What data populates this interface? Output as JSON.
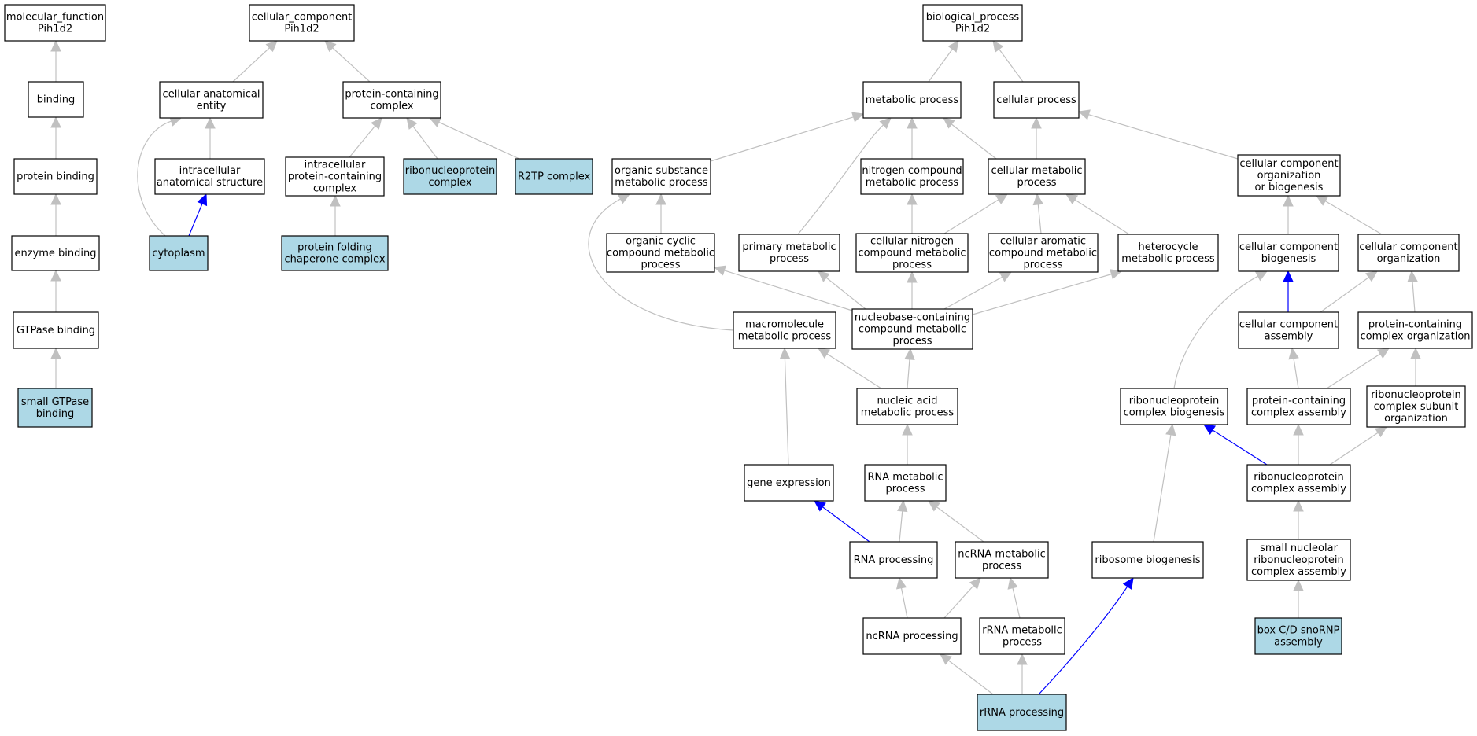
{
  "colors": {
    "highlight_fill": "#add8e6",
    "default_fill": "#ffffff",
    "edge_gray": "#c0c0c0",
    "edge_blue": "#0000ff"
  },
  "nodes": [
    {
      "id": "mf_root",
      "lines": [
        "molecular_function",
        "Pih1d2"
      ],
      "highlight": false
    },
    {
      "id": "binding",
      "lines": [
        "binding"
      ],
      "highlight": false
    },
    {
      "id": "protein_binding",
      "lines": [
        "protein binding"
      ],
      "highlight": false
    },
    {
      "id": "enzyme_binding",
      "lines": [
        "enzyme binding"
      ],
      "highlight": false
    },
    {
      "id": "gtpase_binding",
      "lines": [
        "GTPase binding"
      ],
      "highlight": false
    },
    {
      "id": "small_gtpase_binding",
      "lines": [
        "small GTPase",
        "binding"
      ],
      "highlight": true
    },
    {
      "id": "cc_root",
      "lines": [
        "cellular_component",
        "Pih1d2"
      ],
      "highlight": false
    },
    {
      "id": "cell_anat_entity",
      "lines": [
        "cellular anatomical",
        "entity"
      ],
      "highlight": false
    },
    {
      "id": "intracell_anat",
      "lines": [
        "intracellular",
        "anatomical structure"
      ],
      "highlight": false
    },
    {
      "id": "cytoplasm",
      "lines": [
        "cytoplasm"
      ],
      "highlight": true
    },
    {
      "id": "prot_cont_complex",
      "lines": [
        "protein-containing",
        "complex"
      ],
      "highlight": false
    },
    {
      "id": "intracell_prot_complex",
      "lines": [
        "intracellular",
        "protein-containing",
        "complex"
      ],
      "highlight": false
    },
    {
      "id": "ribonucleoprotein_complex",
      "lines": [
        "ribonucleoprotein",
        "complex"
      ],
      "highlight": true
    },
    {
      "id": "r2tp_complex",
      "lines": [
        "R2TP complex"
      ],
      "highlight": true
    },
    {
      "id": "prot_folding_chaperone",
      "lines": [
        "protein folding",
        "chaperone complex"
      ],
      "highlight": true
    },
    {
      "id": "bp_root",
      "lines": [
        "biological_process",
        "Pih1d2"
      ],
      "highlight": false
    },
    {
      "id": "metabolic_process",
      "lines": [
        "metabolic process"
      ],
      "highlight": false
    },
    {
      "id": "cellular_process",
      "lines": [
        "cellular process"
      ],
      "highlight": false
    },
    {
      "id": "org_subst_metab",
      "lines": [
        "organic substance",
        "metabolic process"
      ],
      "highlight": false
    },
    {
      "id": "nitrogen_comp_metab",
      "lines": [
        "nitrogen compound",
        "metabolic process"
      ],
      "highlight": false
    },
    {
      "id": "cell_metab",
      "lines": [
        "cellular metabolic",
        "process"
      ],
      "highlight": false
    },
    {
      "id": "cc_org_biogen",
      "lines": [
        "cellular component",
        "organization",
        "or biogenesis"
      ],
      "highlight": false
    },
    {
      "id": "org_cyclic_metab",
      "lines": [
        "organic cyclic",
        "compound metabolic",
        "process"
      ],
      "highlight": false
    },
    {
      "id": "primary_metab",
      "lines": [
        "primary metabolic",
        "process"
      ],
      "highlight": false
    },
    {
      "id": "cell_nitrogen_metab",
      "lines": [
        "cellular nitrogen",
        "compound metabolic",
        "process"
      ],
      "highlight": false
    },
    {
      "id": "cell_aromatic_metab",
      "lines": [
        "cellular aromatic",
        "compound metabolic",
        "process"
      ],
      "highlight": false
    },
    {
      "id": "heterocycle_metab",
      "lines": [
        "heterocycle",
        "metabolic process"
      ],
      "highlight": false
    },
    {
      "id": "cc_biogenesis",
      "lines": [
        "cellular component",
        "biogenesis"
      ],
      "highlight": false
    },
    {
      "id": "cc_organization",
      "lines": [
        "cellular component",
        "organization"
      ],
      "highlight": false
    },
    {
      "id": "macromol_metab",
      "lines": [
        "macromolecule",
        "metabolic process"
      ],
      "highlight": false
    },
    {
      "id": "nucleobase_metab",
      "lines": [
        "nucleobase-containing",
        "compound metabolic",
        "process"
      ],
      "highlight": false
    },
    {
      "id": "cc_assembly",
      "lines": [
        "cellular component",
        "assembly"
      ],
      "highlight": false
    },
    {
      "id": "prot_cont_complex_org",
      "lines": [
        "protein-containing",
        "complex organization"
      ],
      "highlight": false
    },
    {
      "id": "nucleic_acid_metab",
      "lines": [
        "nucleic acid",
        "metabolic process"
      ],
      "highlight": false
    },
    {
      "id": "rnp_complex_biogen",
      "lines": [
        "ribonucleoprotein",
        "complex biogenesis"
      ],
      "highlight": false
    },
    {
      "id": "prot_cont_complex_asm",
      "lines": [
        "protein-containing",
        "complex assembly"
      ],
      "highlight": false
    },
    {
      "id": "rnp_subunit_org",
      "lines": [
        "ribonucleoprotein",
        "complex subunit",
        "organization"
      ],
      "highlight": false
    },
    {
      "id": "gene_expression",
      "lines": [
        "gene expression"
      ],
      "highlight": false
    },
    {
      "id": "rna_metab",
      "lines": [
        "RNA metabolic",
        "process"
      ],
      "highlight": false
    },
    {
      "id": "rnp_complex_asm",
      "lines": [
        "ribonucleoprotein",
        "complex assembly"
      ],
      "highlight": false
    },
    {
      "id": "rna_processing",
      "lines": [
        "RNA processing"
      ],
      "highlight": false
    },
    {
      "id": "ncrna_metab",
      "lines": [
        "ncRNA metabolic",
        "process"
      ],
      "highlight": false
    },
    {
      "id": "ribosome_biogen",
      "lines": [
        "ribosome biogenesis"
      ],
      "highlight": false
    },
    {
      "id": "snorna_asm",
      "lines": [
        "small nucleolar",
        "ribonucleoprotein",
        "complex assembly"
      ],
      "highlight": false
    },
    {
      "id": "ncrna_processing",
      "lines": [
        "ncRNA processing"
      ],
      "highlight": false
    },
    {
      "id": "rrna_metab",
      "lines": [
        "rRNA metabolic",
        "process"
      ],
      "highlight": false
    },
    {
      "id": "box_cd_snornp_asm",
      "lines": [
        "box C/D snoRNP",
        "assembly"
      ],
      "highlight": true
    },
    {
      "id": "rrna_processing",
      "lines": [
        "rRNA processing"
      ],
      "highlight": true
    }
  ],
  "edges": [
    {
      "from": "binding",
      "to": "mf_root",
      "color": "gray"
    },
    {
      "from": "protein_binding",
      "to": "binding",
      "color": "gray"
    },
    {
      "from": "enzyme_binding",
      "to": "protein_binding",
      "color": "gray"
    },
    {
      "from": "gtpase_binding",
      "to": "enzyme_binding",
      "color": "gray"
    },
    {
      "from": "small_gtpase_binding",
      "to": "gtpase_binding",
      "color": "gray"
    },
    {
      "from": "cell_anat_entity",
      "to": "cc_root",
      "color": "gray"
    },
    {
      "from": "prot_cont_complex",
      "to": "cc_root",
      "color": "gray"
    },
    {
      "from": "intracell_anat",
      "to": "cell_anat_entity",
      "color": "gray"
    },
    {
      "from": "cytoplasm",
      "to": "cell_anat_entity",
      "color": "gray"
    },
    {
      "from": "cytoplasm",
      "to": "intracell_anat",
      "color": "blue"
    },
    {
      "from": "intracell_prot_complex",
      "to": "prot_cont_complex",
      "color": "gray"
    },
    {
      "from": "ribonucleoprotein_complex",
      "to": "prot_cont_complex",
      "color": "gray"
    },
    {
      "from": "r2tp_complex",
      "to": "prot_cont_complex",
      "color": "gray"
    },
    {
      "from": "prot_folding_chaperone",
      "to": "intracell_prot_complex",
      "color": "gray"
    },
    {
      "from": "metabolic_process",
      "to": "bp_root",
      "color": "gray"
    },
    {
      "from": "cellular_process",
      "to": "bp_root",
      "color": "gray"
    },
    {
      "from": "org_subst_metab",
      "to": "metabolic_process",
      "color": "gray"
    },
    {
      "from": "primary_metab",
      "to": "metabolic_process",
      "color": "gray"
    },
    {
      "from": "nitrogen_comp_metab",
      "to": "metabolic_process",
      "color": "gray"
    },
    {
      "from": "cell_metab",
      "to": "metabolic_process",
      "color": "gray"
    },
    {
      "from": "cell_metab",
      "to": "cellular_process",
      "color": "gray"
    },
    {
      "from": "cc_org_biogen",
      "to": "cellular_process",
      "color": "gray"
    },
    {
      "from": "org_cyclic_metab",
      "to": "org_subst_metab",
      "color": "gray"
    },
    {
      "from": "macromol_metab",
      "to": "org_subst_metab",
      "color": "gray"
    },
    {
      "from": "cell_nitrogen_metab",
      "to": "nitrogen_comp_metab",
      "color": "gray"
    },
    {
      "from": "cell_nitrogen_metab",
      "to": "cell_metab",
      "color": "gray"
    },
    {
      "from": "cell_aromatic_metab",
      "to": "cell_metab",
      "color": "gray"
    },
    {
      "from": "heterocycle_metab",
      "to": "cell_metab",
      "color": "gray"
    },
    {
      "from": "cc_biogenesis",
      "to": "cc_org_biogen",
      "color": "gray"
    },
    {
      "from": "cc_organization",
      "to": "cc_org_biogen",
      "color": "gray"
    },
    {
      "from": "nucleobase_metab",
      "to": "org_cyclic_metab",
      "color": "gray"
    },
    {
      "from": "nucleobase_metab",
      "to": "primary_metab",
      "color": "gray"
    },
    {
      "from": "nucleobase_metab",
      "to": "cell_nitrogen_metab",
      "color": "gray"
    },
    {
      "from": "nucleobase_metab",
      "to": "cell_aromatic_metab",
      "color": "gray"
    },
    {
      "from": "nucleobase_metab",
      "to": "heterocycle_metab",
      "color": "gray"
    },
    {
      "from": "cc_assembly",
      "to": "cc_biogenesis",
      "color": "blue"
    },
    {
      "from": "cc_assembly",
      "to": "cc_organization",
      "color": "gray"
    },
    {
      "from": "prot_cont_complex_org",
      "to": "cc_organization",
      "color": "gray"
    },
    {
      "from": "rnp_complex_biogen",
      "to": "cc_biogenesis",
      "color": "gray"
    },
    {
      "from": "nucleic_acid_metab",
      "to": "macromol_metab",
      "color": "gray"
    },
    {
      "from": "nucleic_acid_metab",
      "to": "nucleobase_metab",
      "color": "gray"
    },
    {
      "from": "prot_cont_complex_asm",
      "to": "cc_assembly",
      "color": "gray"
    },
    {
      "from": "prot_cont_complex_asm",
      "to": "prot_cont_complex_org",
      "color": "gray"
    },
    {
      "from": "rnp_subunit_org",
      "to": "prot_cont_complex_org",
      "color": "gray"
    },
    {
      "from": "gene_expression",
      "to": "macromol_metab",
      "color": "gray"
    },
    {
      "from": "rna_metab",
      "to": "nucleic_acid_metab",
      "color": "gray"
    },
    {
      "from": "rnp_complex_asm",
      "to": "rnp_complex_biogen",
      "color": "blue"
    },
    {
      "from": "rnp_complex_asm",
      "to": "prot_cont_complex_asm",
      "color": "gray"
    },
    {
      "from": "rnp_complex_asm",
      "to": "rnp_subunit_org",
      "color": "gray"
    },
    {
      "from": "rna_processing",
      "to": "gene_expression",
      "color": "blue"
    },
    {
      "from": "rna_processing",
      "to": "rna_metab",
      "color": "gray"
    },
    {
      "from": "ncrna_metab",
      "to": "rna_metab",
      "color": "gray"
    },
    {
      "from": "ribosome_biogen",
      "to": "rnp_complex_biogen",
      "color": "gray"
    },
    {
      "from": "snorna_asm",
      "to": "rnp_complex_asm",
      "color": "gray"
    },
    {
      "from": "ncrna_processing",
      "to": "rna_processing",
      "color": "gray"
    },
    {
      "from": "ncrna_processing",
      "to": "ncrna_metab",
      "color": "gray"
    },
    {
      "from": "rrna_metab",
      "to": "ncrna_metab",
      "color": "gray"
    },
    {
      "from": "box_cd_snornp_asm",
      "to": "snorna_asm",
      "color": "gray"
    },
    {
      "from": "rrna_processing",
      "to": "ncrna_processing",
      "color": "gray"
    },
    {
      "from": "rrna_processing",
      "to": "rrna_metab",
      "color": "gray"
    },
    {
      "from": "rrna_processing",
      "to": "ribosome_biogen",
      "color": "blue"
    }
  ]
}
